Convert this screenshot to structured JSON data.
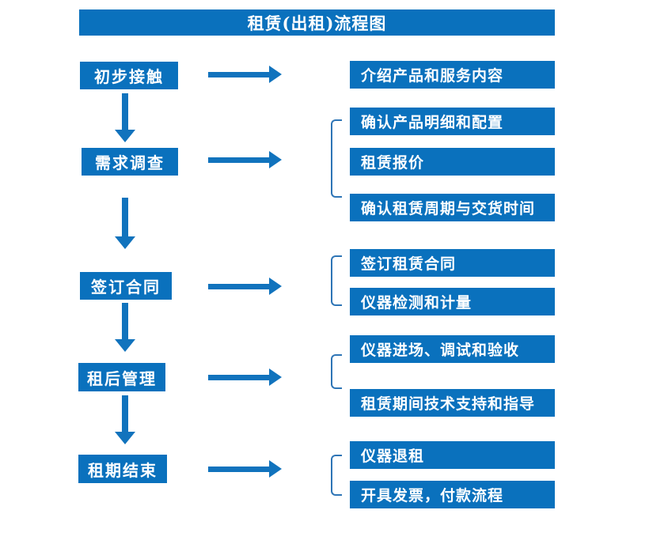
{
  "title": "租赁(出租)流程图",
  "colors": {
    "box_fill": "#0a71bd",
    "arrow": "#1173bd",
    "bracket": "#2e75b6",
    "text": "#ffffff",
    "background": "#ffffff"
  },
  "steps": [
    {
      "label": "初步接触"
    },
    {
      "label": "需求调查"
    },
    {
      "label": "签订合同"
    },
    {
      "label": "租后管理"
    },
    {
      "label": "租期结束"
    }
  ],
  "details": [
    {
      "step": "初步接触",
      "items": [
        "介绍产品和服务内容"
      ]
    },
    {
      "step": "需求调查",
      "items": [
        "确认产品明细和配置",
        "租赁报价",
        "确认租赁周期与交货时间"
      ]
    },
    {
      "step": "签订合同",
      "items": [
        "签订租赁合同",
        "仪器检测和计量"
      ]
    },
    {
      "step": "租后管理",
      "items": [
        "仪器进场、调试和验收",
        "租赁期间技术支持和指导"
      ]
    },
    {
      "step": "租期结束",
      "items": [
        "仪器退租",
        "开具发票，付款流程"
      ]
    }
  ]
}
